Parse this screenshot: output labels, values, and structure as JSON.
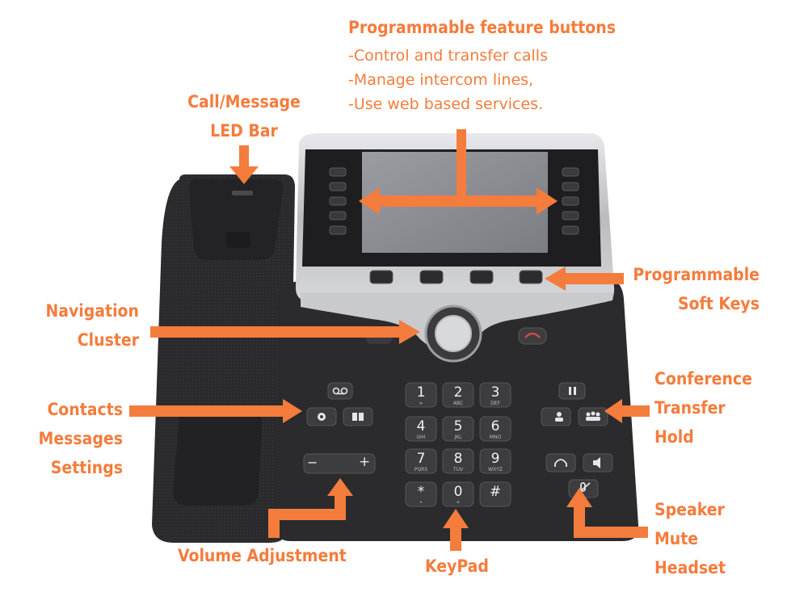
{
  "labels": {
    "feature_title": "Programmable feature buttons",
    "feature_lines": [
      "-Control and transfer calls",
      "-Manage intercom lines,",
      "-Use web based services."
    ],
    "led_bar": [
      "Call/Message",
      "LED Bar"
    ],
    "soft_keys": [
      "Programmable",
      "Soft Keys"
    ],
    "navigation": [
      "Navigation",
      "Cluster"
    ],
    "contacts_group": [
      "Contacts",
      "Messages",
      "Settings"
    ],
    "conference_group": [
      "Conference",
      "Transfer",
      "Hold"
    ],
    "volume": "Volume Adjustment",
    "keypad": "KeyPad",
    "speaker_group": [
      "Speaker",
      "Mute",
      "Headset"
    ]
  },
  "keypad_keys": [
    {
      "digit": "1",
      "letters": "∞"
    },
    {
      "digit": "2",
      "letters": "ABC"
    },
    {
      "digit": "3",
      "letters": "DEF"
    },
    {
      "digit": "4",
      "letters": "GHI"
    },
    {
      "digit": "5",
      "letters": "JKL"
    },
    {
      "digit": "6",
      "letters": "MNO"
    },
    {
      "digit": "7",
      "letters": "PQRS"
    },
    {
      "digit": "8",
      "letters": "TUV"
    },
    {
      "digit": "9",
      "letters": "WXYZ"
    },
    {
      "digit": "*",
      "letters": "•"
    },
    {
      "digit": "0",
      "letters": "+"
    },
    {
      "digit": "#",
      "letters": ""
    }
  ],
  "volume_bar": {
    "minus": "−",
    "plus": "+"
  },
  "colors": {
    "accent": "#f47c3c",
    "phone_body": "#2b2b2d",
    "screen": "#8c8e94",
    "silver": "#c8c9cc"
  },
  "icons": [
    "voicemail-icon",
    "settings-icon",
    "contacts-icon",
    "hold-icon",
    "transfer-icon",
    "conference-icon",
    "headset-icon",
    "speaker-icon",
    "mute-icon"
  ]
}
